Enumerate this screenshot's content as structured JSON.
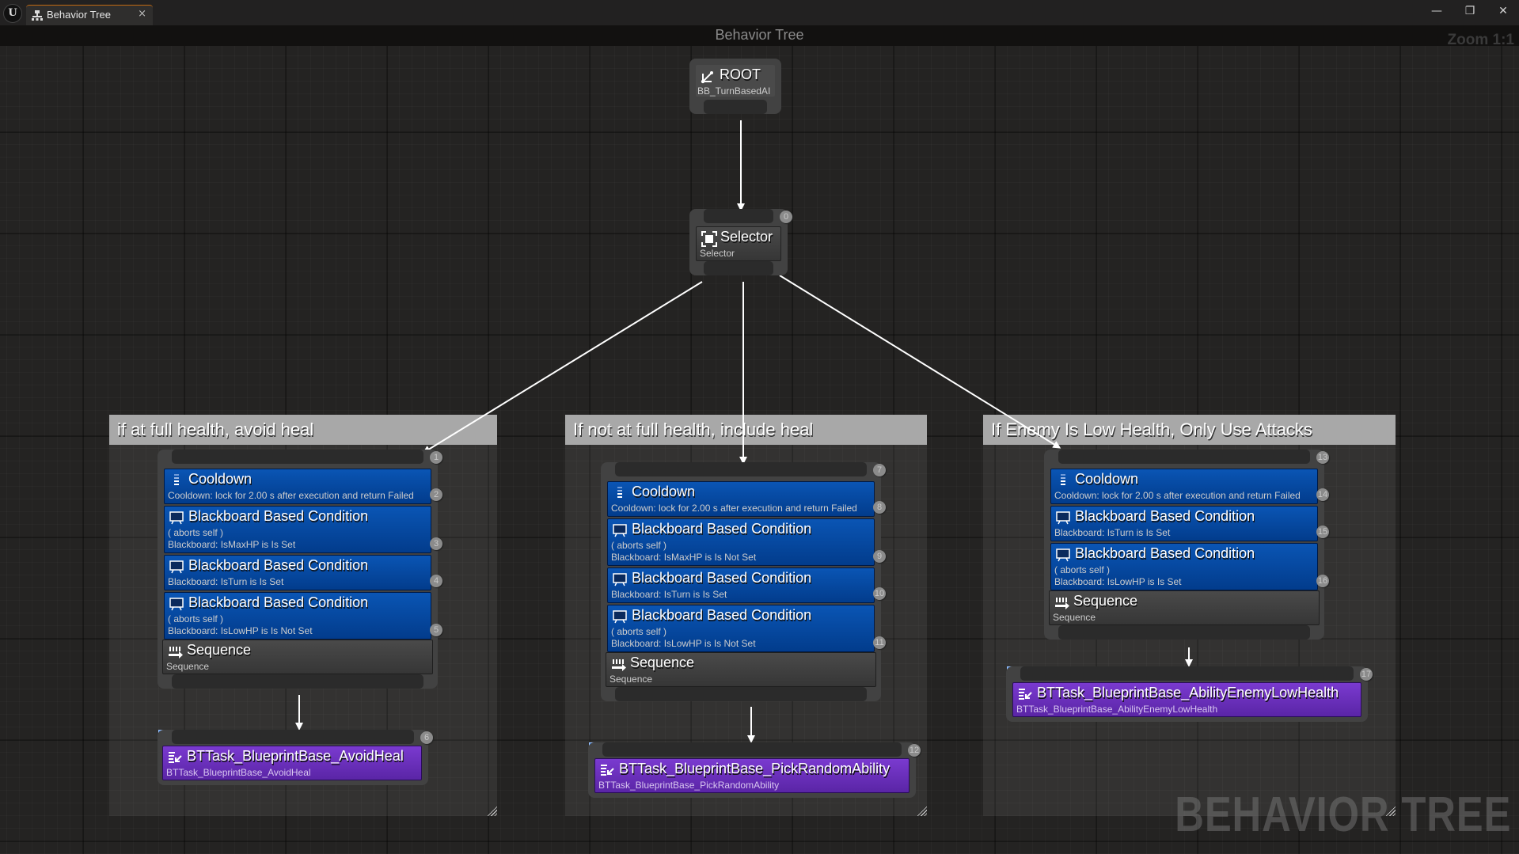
{
  "window": {
    "tab_label": "Behavior Tree",
    "tab_close": "×",
    "minimize": "—",
    "restore": "❐",
    "close": "✕",
    "logo": "U",
    "accent_color": "#c26a12"
  },
  "graph": {
    "title": "Behavior Tree",
    "zoom": "Zoom 1:1",
    "watermark": "BEHAVIOR TREE"
  },
  "root": {
    "title": "ROOT",
    "subtitle": "BB_TurnBasedAI",
    "icon": "root-icon"
  },
  "selector": {
    "title": "Selector",
    "subtitle": "Selector",
    "index": "0",
    "icon": "selector-icon"
  },
  "branches": [
    {
      "comment": "if at full health, avoid heal",
      "sequence_index": "1",
      "decorators": [
        {
          "title": "Cooldown",
          "lines": [
            "Cooldown: lock for 2.00 s after execution and return Failed"
          ],
          "index": "2",
          "icon": "cooldown-icon"
        },
        {
          "title": "Blackboard Based Condition",
          "lines": [
            "( aborts self )",
            "Blackboard: IsMaxHP is Is Set"
          ],
          "index": "3",
          "icon": "blackboard-icon"
        },
        {
          "title": "Blackboard Based Condition",
          "lines": [
            "Blackboard: IsTurn is Is Set"
          ],
          "index": "4",
          "icon": "blackboard-icon"
        },
        {
          "title": "Blackboard Based Condition",
          "lines": [
            "( aborts self )",
            "Blackboard: IsLowHP is Is Not Set"
          ],
          "index": "5",
          "icon": "blackboard-icon"
        }
      ],
      "composite": {
        "title": "Sequence",
        "subtitle": "Sequence",
        "icon": "sequence-icon"
      },
      "task": {
        "title": "BTTask_BlueprintBase_AvoidHeal",
        "subtitle": "BTTask_BlueprintBase_AvoidHeal",
        "index": "6",
        "icon": "task-icon"
      }
    },
    {
      "comment": "If not at full health, include heal",
      "sequence_index": "7",
      "decorators": [
        {
          "title": "Cooldown",
          "lines": [
            "Cooldown: lock for 2.00 s after execution and return Failed"
          ],
          "index": "8",
          "icon": "cooldown-icon"
        },
        {
          "title": "Blackboard Based Condition",
          "lines": [
            "( aborts self )",
            "Blackboard: IsMaxHP is Is Not Set"
          ],
          "index": "9",
          "icon": "blackboard-icon"
        },
        {
          "title": "Blackboard Based Condition",
          "lines": [
            "Blackboard: IsTurn is Is Set"
          ],
          "index": "10",
          "icon": "blackboard-icon"
        },
        {
          "title": "Blackboard Based Condition",
          "lines": [
            "( aborts self )",
            "Blackboard: IsLowHP is Is Not Set"
          ],
          "index": "11",
          "icon": "blackboard-icon"
        }
      ],
      "composite": {
        "title": "Sequence",
        "subtitle": "Sequence",
        "icon": "sequence-icon"
      },
      "task": {
        "title": "BTTask_BlueprintBase_PickRandomAbility",
        "subtitle": "BTTask_BlueprintBase_PickRandomAbility",
        "index": "12",
        "icon": "task-icon"
      }
    },
    {
      "comment": "If Enemy Is Low Health, Only Use Attacks",
      "sequence_index": "13",
      "decorators": [
        {
          "title": "Cooldown",
          "lines": [
            "Cooldown: lock for 2.00 s after execution and return Failed"
          ],
          "index": "14",
          "icon": "cooldown-icon"
        },
        {
          "title": "Blackboard Based Condition",
          "lines": [
            "Blackboard: IsTurn is Is Set"
          ],
          "index": "15",
          "icon": "blackboard-icon"
        },
        {
          "title": "Blackboard Based Condition",
          "lines": [
            "( aborts self )",
            "Blackboard: IsLowHP is Is Set"
          ],
          "index": "16",
          "icon": "blackboard-icon"
        }
      ],
      "composite": {
        "title": "Sequence",
        "subtitle": "Sequence",
        "icon": "sequence-icon"
      },
      "task": {
        "title": "BTTask_BlueprintBase_AbilityEnemyLowHealth",
        "subtitle": "BTTask_BlueprintBase_AbilityEnemyLowHealth",
        "index": "17",
        "icon": "task-icon"
      }
    }
  ],
  "colors": {
    "decorator": "#0a55b4",
    "task": "#6a2fbf",
    "comment_header": "#a8a8a8",
    "node_body": "#424242"
  }
}
